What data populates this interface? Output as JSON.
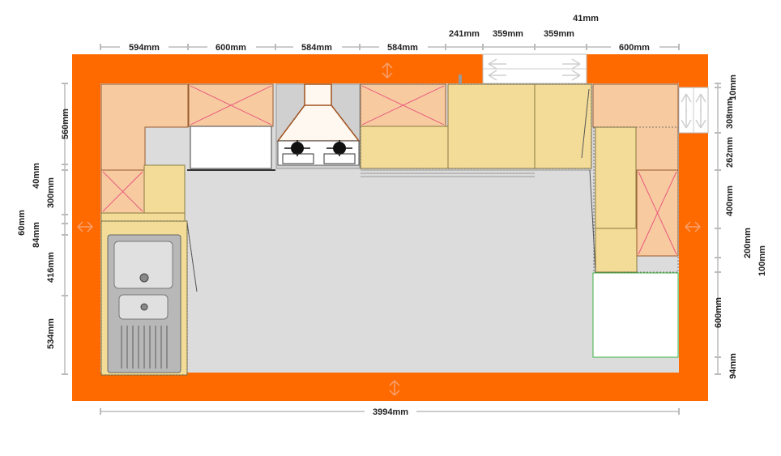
{
  "colors": {
    "wall": "#ff6a00",
    "floor": "#dcdcdc",
    "corner_cabinet": "#f7caa0",
    "base_cabinet": "#f3dc97",
    "wall_unit_cross": "#e8507a",
    "fridge_outline": "#3cb043"
  },
  "dimensions": {
    "top": [
      "594mm",
      "600mm",
      "584mm",
      "584mm",
      "241mm",
      "359mm",
      "359mm",
      "41mm",
      "600mm"
    ],
    "left": [
      "560mm",
      "40mm",
      "300mm",
      "60mm",
      "84mm",
      "416mm",
      "534mm"
    ],
    "right": [
      "10mm",
      "308mm",
      "262mm",
      "400mm",
      "200mm",
      "100mm",
      "600mm",
      "94mm"
    ],
    "bottom": "3994mm"
  },
  "elements": {
    "hob": "gas-hob-icon",
    "hood": "cooker-hood-icon",
    "sink": "double-sink-icon",
    "window": "window-icon",
    "door": "door-icon"
  }
}
